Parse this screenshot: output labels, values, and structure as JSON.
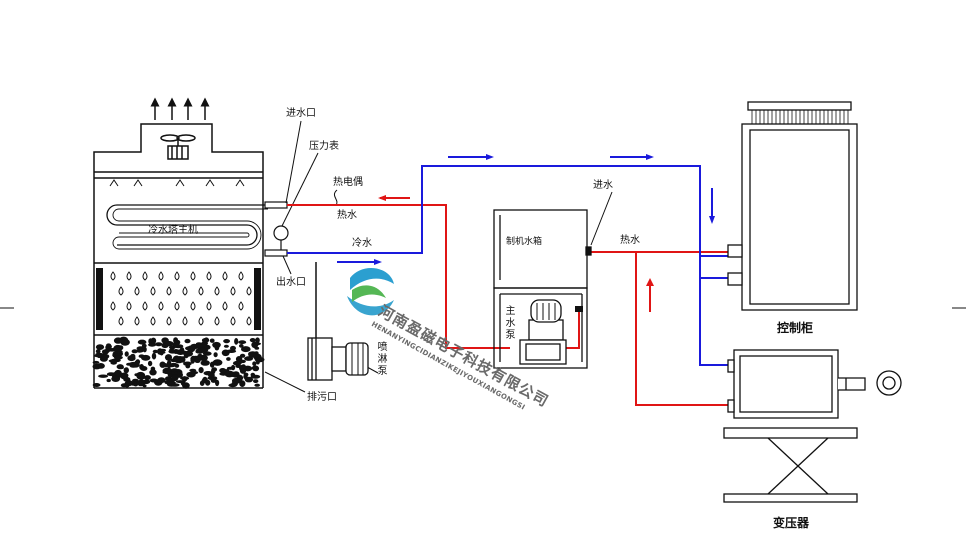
{
  "colors": {
    "cold": "#1a1adc",
    "hot": "#e01515",
    "line": "#111111"
  },
  "labels": {
    "inlet": "进水口",
    "pressure_gauge": "压力表",
    "thermocouple": "热电偶",
    "hot_water_left": "热水",
    "cold_water": "冷水",
    "tower_main": "冷水塔主机",
    "outlet": "出水口",
    "spray_pump": "喷淋泵",
    "drain": "排污口",
    "water_tank": "制机水箱",
    "main_pump": "主水泵",
    "water_in": "进水",
    "hot_water_right": "热水",
    "control_cabinet": "控制柜",
    "transformer": "变压器"
  },
  "watermark": {
    "company_cn": "河南盈磁电子科技有限公司",
    "company_en": "HENANYINGCIDIANZIKEJIYOUXIANGONGSI"
  }
}
